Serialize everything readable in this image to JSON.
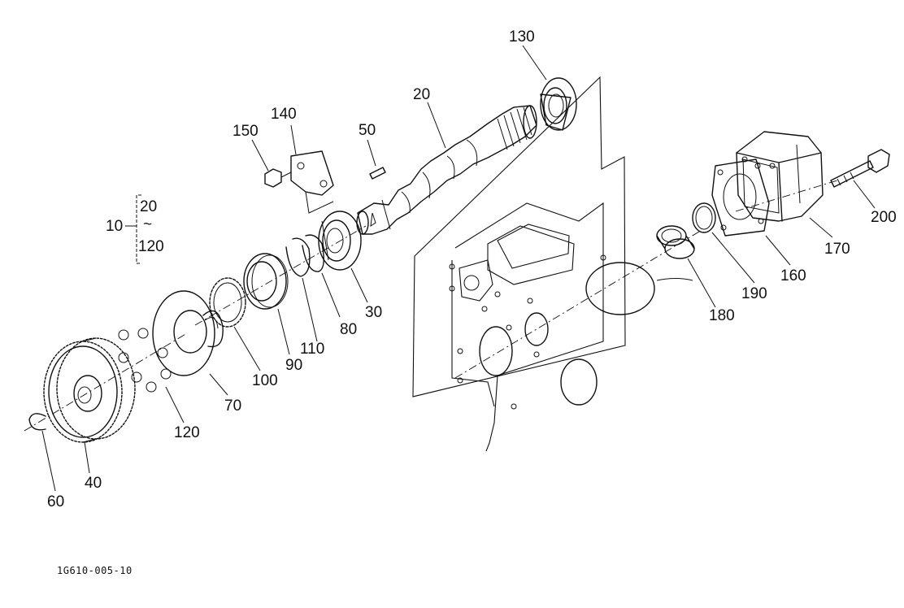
{
  "callouts": {
    "c10": "10",
    "c20": "20",
    "c30": "30",
    "c40": "40",
    "c50": "50",
    "c60": "60",
    "c70": "70",
    "c80": "80",
    "c90": "90",
    "c100": "100",
    "c110": "110",
    "c120": "120",
    "c130": "130",
    "c140": "140",
    "c150": "150",
    "c160": "160",
    "c170": "170",
    "c180": "180",
    "c190": "190",
    "c200": "200"
  },
  "assembly_group": {
    "top": "20",
    "separator": "~",
    "bottom": "120"
  },
  "figure_code": "1G610-005-10"
}
